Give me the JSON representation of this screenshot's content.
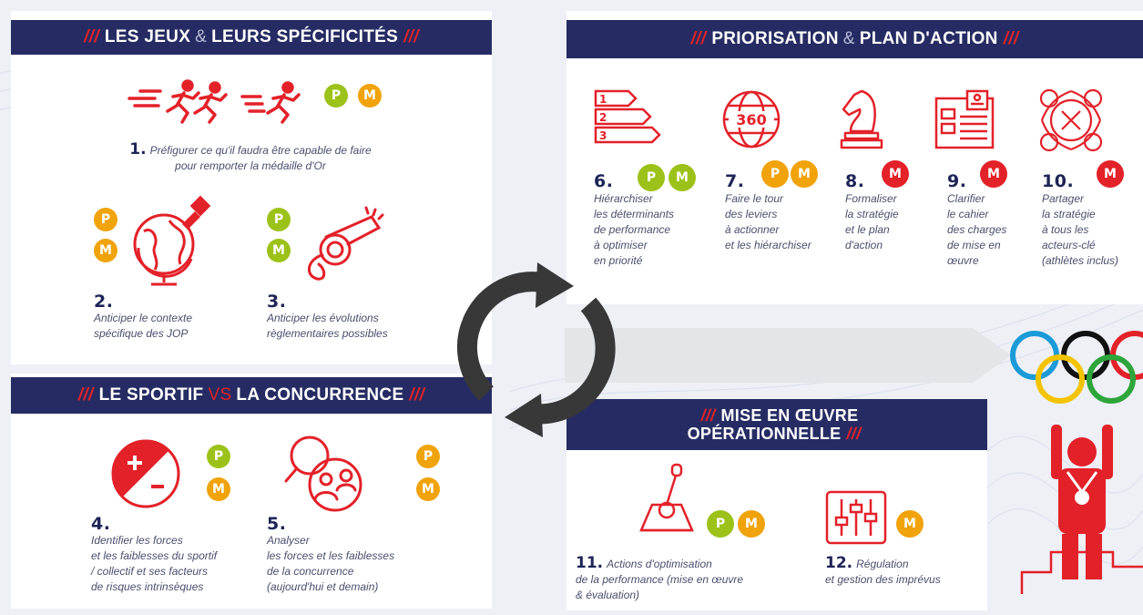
{
  "colors": {
    "navy": "#262c63",
    "red": "#e32129",
    "green": "#9cc21a",
    "orange": "#f0a30a",
    "grey_arrow": "#e4e6ea",
    "cycle": "#3a3a3a"
  },
  "panel_jeux": {
    "title_a": "LES JEUX",
    "title_amp": "&",
    "title_b": "LEURS SPÉCIFICITÉS",
    "slashes": "///",
    "item1": {
      "num": "1.",
      "text_l1": "Préfigurer ce qu'il faudra être capable de faire",
      "text_l2": "pour remporter la médaille d'Or",
      "badges": [
        "P",
        "M"
      ],
      "icon": "runners-icon"
    },
    "item2": {
      "num": "2.",
      "text_l1": "Anticiper le contexte",
      "text_l2": "spécifique des JOP",
      "badges": [
        "P",
        "M"
      ],
      "icon": "globe-pin-icon"
    },
    "item3": {
      "num": "3.",
      "text_l1": "Anticiper les évolutions",
      "text_l2": "règlementaires possibles",
      "badges": [
        "P",
        "M"
      ],
      "icon": "whistle-icon"
    }
  },
  "panel_sportif": {
    "title_a": "LE SPORTIF",
    "title_vs": "VS",
    "title_b": "LA CONCURRENCE",
    "slashes": "///",
    "item4": {
      "num": "4.",
      "lines": [
        "Identifier les forces",
        "et les faiblesses du sportif",
        "/ collectif et ses facteurs",
        "de risques intrinsèques"
      ],
      "badges": [
        "P",
        "M"
      ],
      "icon": "plus-minus-icon"
    },
    "item5": {
      "num": "5.",
      "lines": [
        "Analyser",
        "les forces et les faiblesses",
        "de la concurrence",
        "(aujourd'hui et demain)"
      ],
      "badges": [
        "P",
        "M"
      ],
      "icon": "magnifier-people-icon"
    }
  },
  "panel_priorisation": {
    "title_a": "PRIORISATION",
    "title_amp": "&",
    "title_b": "PLAN D'ACTION",
    "slashes": "///",
    "items": [
      {
        "num": "6.",
        "lines": [
          "Hiérarchiser",
          "les déterminants",
          "de performance",
          "à optimiser",
          "en priorité"
        ],
        "badges": [
          "P",
          "M"
        ],
        "icon": "ranked-arrows-icon"
      },
      {
        "num": "7.",
        "lines": [
          "Faire le tour",
          "des leviers",
          "à actionner",
          "et les hiérarchiser"
        ],
        "badges": [
          "P",
          "M"
        ],
        "icon": "globe-360-icon",
        "icon_text": "360"
      },
      {
        "num": "8.",
        "lines": [
          "Formaliser",
          "la stratégie",
          "et le plan",
          "d'action"
        ],
        "badges": [
          "M"
        ],
        "icon": "chess-knight-icon"
      },
      {
        "num": "9.",
        "lines": [
          "Clarifier",
          "le cahier",
          "des charges",
          "de mise en",
          "œuvre"
        ],
        "badges": [
          "M"
        ],
        "icon": "document-spec-icon"
      },
      {
        "num": "10.",
        "lines": [
          "Partager",
          "la stratégie",
          "à tous les",
          "acteurs-clé",
          "(athlètes inclus)"
        ],
        "badges": [
          "M"
        ],
        "icon": "network-share-icon"
      }
    ]
  },
  "panel_mise": {
    "title_l1": "MISE EN ŒUVRE",
    "title_l2": "OPÉRATIONNELLE",
    "slashes": "///",
    "item11": {
      "num": "11.",
      "text_l1": "Actions d'optimisation",
      "text_l2": "de la performance (mise en œuvre",
      "text_l3": "& évaluation)",
      "badges": [
        "P",
        "M"
      ],
      "icon": "joystick-icon"
    },
    "item12": {
      "num": "12.",
      "text_l1": "Régulation",
      "text_l2": "et gestion des imprévus",
      "badges": [
        "M"
      ],
      "icon": "sliders-icon"
    }
  },
  "decor": {
    "cycle": "cycle-arrows-icon",
    "arrow": "grey-arrow-icon",
    "rings": "olympic-rings-icon",
    "athlete": "podium-athlete-icon"
  }
}
